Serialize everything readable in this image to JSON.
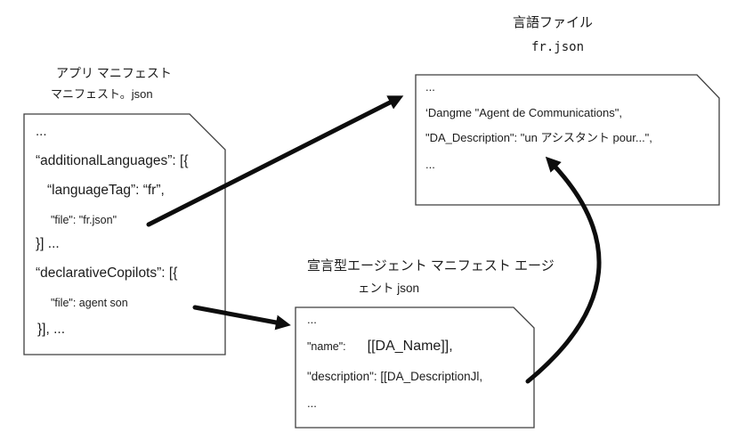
{
  "colors": {
    "background": "#ffffff",
    "box_border": "#3f3f3f",
    "arrow": "#0d0d0d",
    "text": "#1c1c1c"
  },
  "app_manifest_box": {
    "title_line1": "アプリ マニフェスト",
    "title_line2": "マニフェスト。json",
    "lines": {
      "l1": "...",
      "l2": "“additionalLanguages”: [{",
      "l3": "“languageTag”: “fr”,",
      "l4": "\"file\": \"fr.json\"",
      "l5": "}] ...",
      "l6": "“declarativeCopilots”: [{",
      "l7": "\"file\": agent son",
      "l8": "}], ..."
    }
  },
  "language_file_box": {
    "title_line1": "言語ファイル",
    "title_line2": "fr.json",
    "lines": {
      "l1": "...",
      "l2": "‘Dangme \"Agent de Communications\",",
      "l3": "\"DA_Description\": \"un アシスタント pour...\",",
      "l4": "..."
    }
  },
  "agent_manifest_box": {
    "title_line1": "宣言型エージェント マニフェスト エージ",
    "title_line2": "ェント json",
    "lines": {
      "l1": "...",
      "l2_key": "\"name\":",
      "l2_value": "[[DA_Name]],",
      "l3": "\"description\": [[DA_DescriptionJl,",
      "l4": "..."
    }
  }
}
